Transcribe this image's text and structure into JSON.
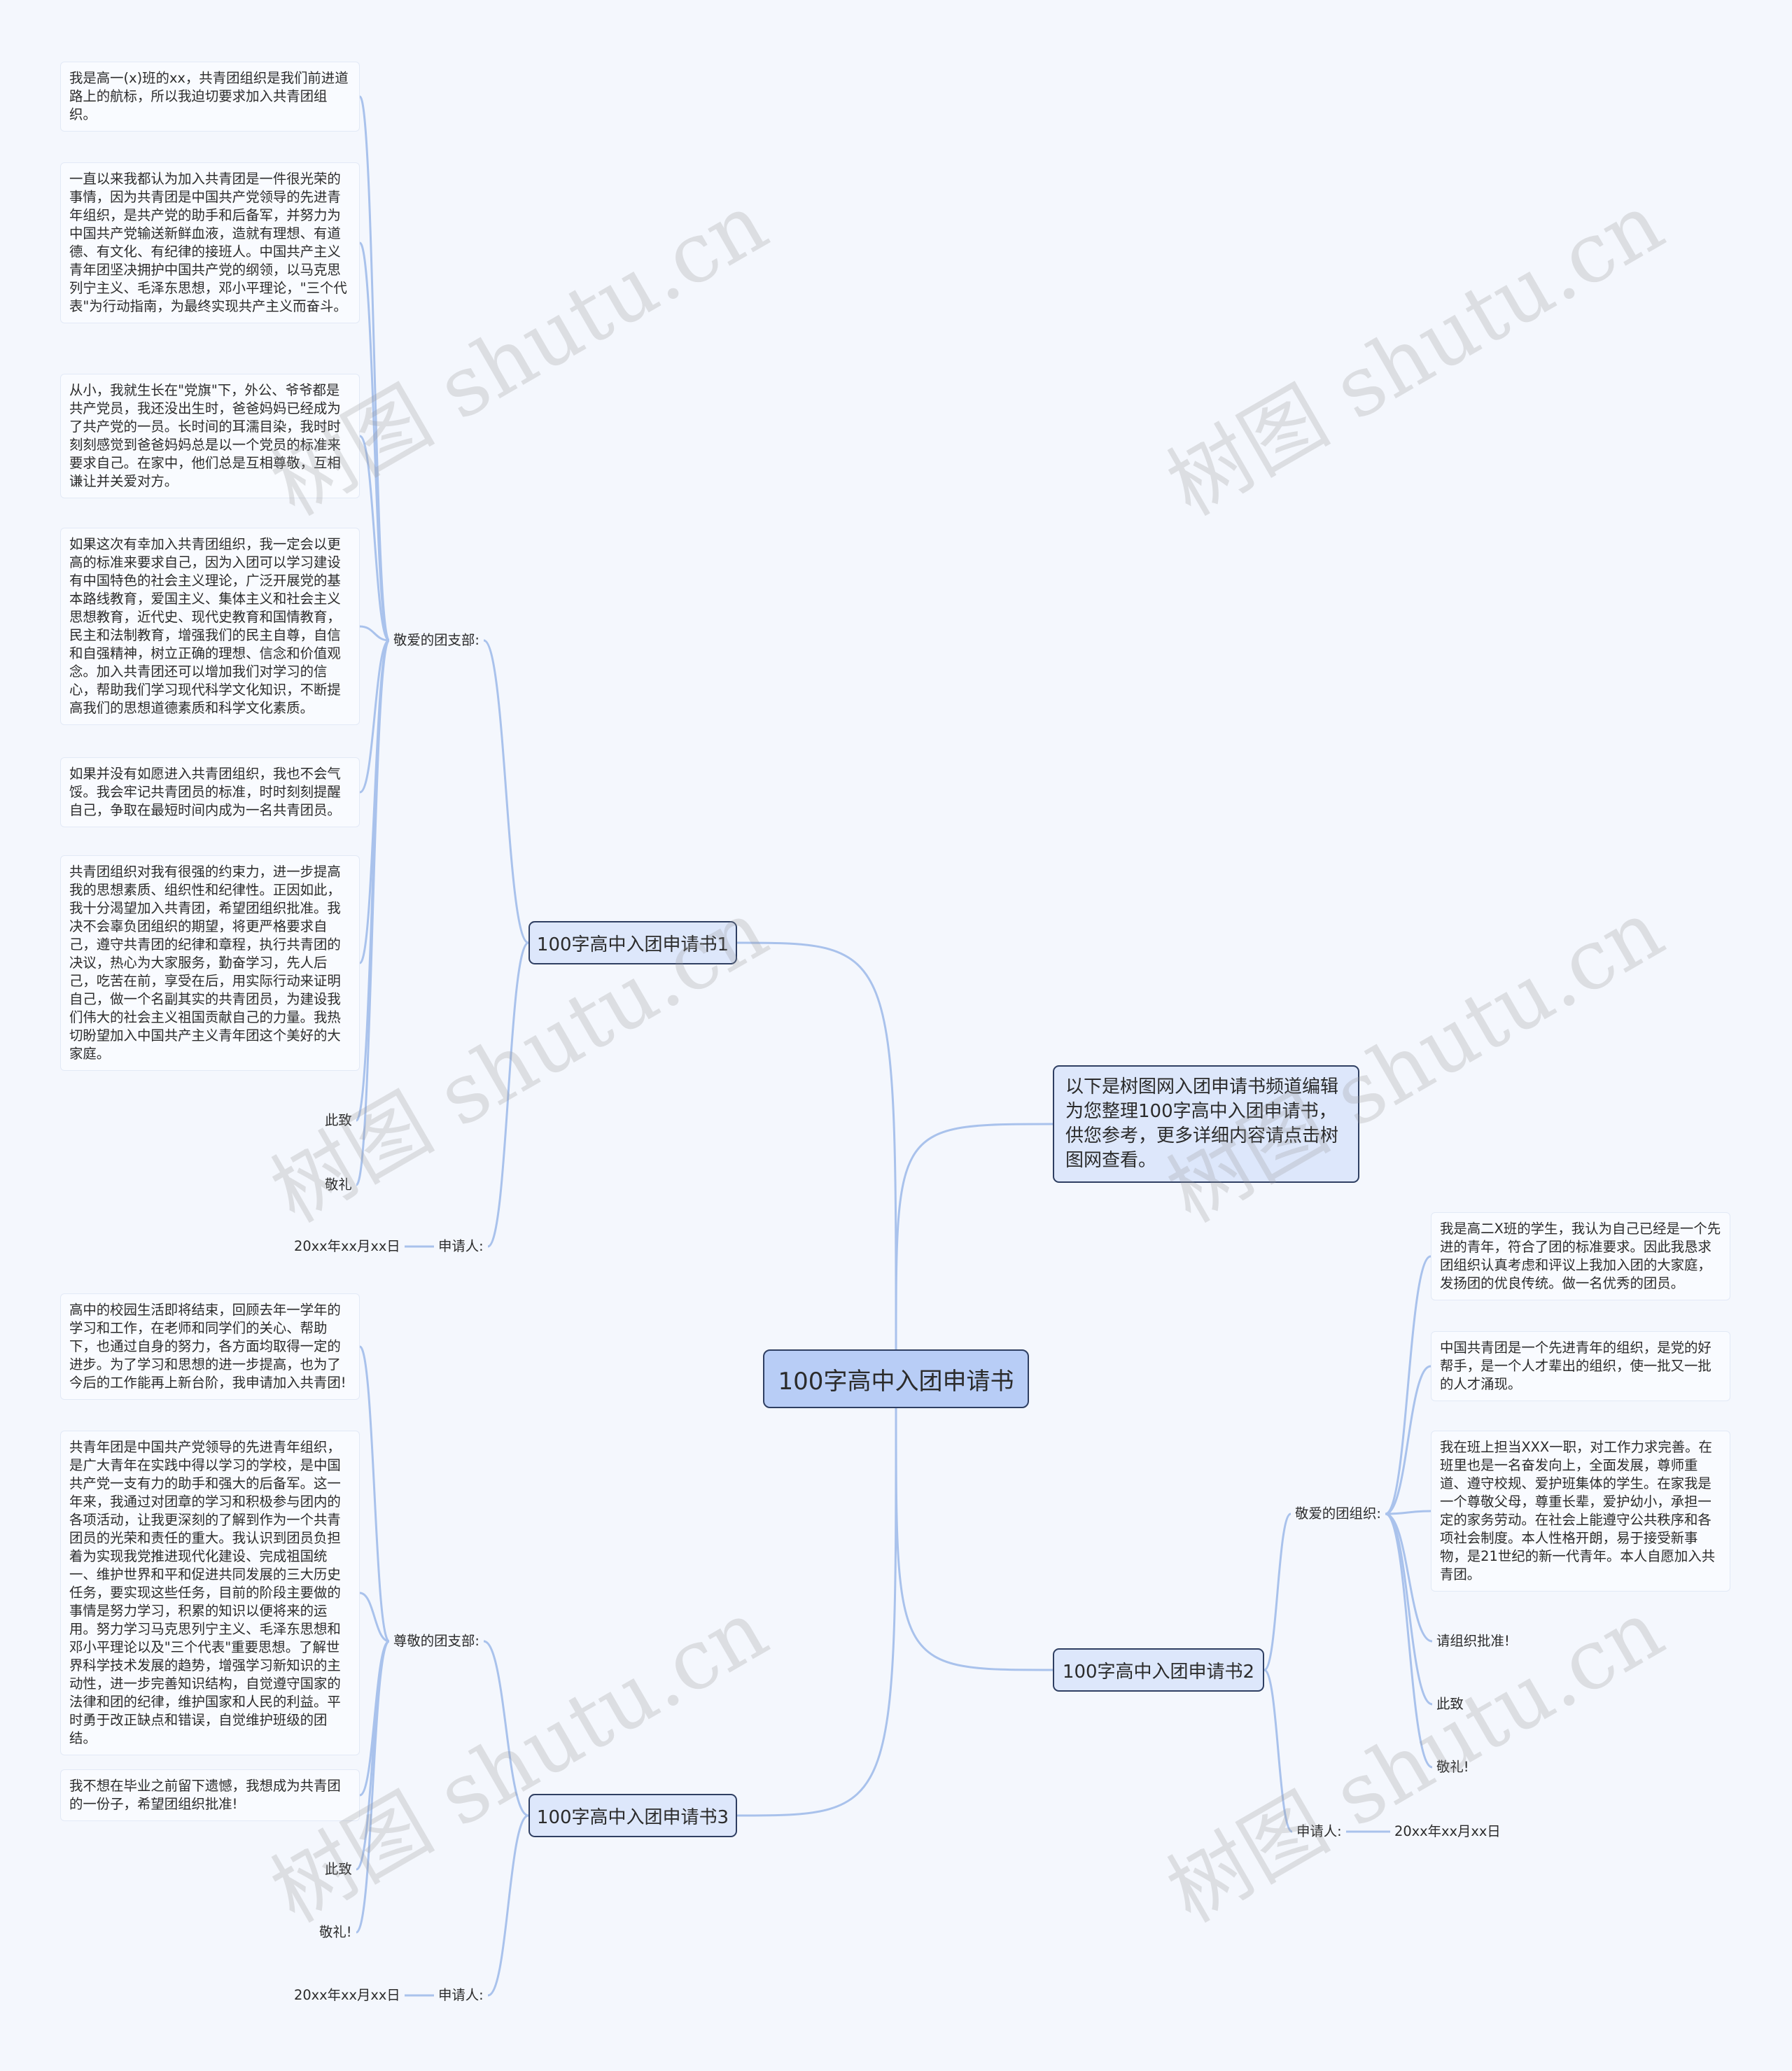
{
  "root": {
    "label": "100字高中入团申请书"
  },
  "intro": {
    "text": "以下是树图网入团申请书频道编辑为您整理100字高中入团申请书，供您参考，更多详细内容请点击树图网查看。"
  },
  "branch1": {
    "label": "100字高中入团申请书1",
    "group_label": "敬爱的团支部:",
    "paragraphs": [
      "我是高一(x)班的xx，共青团组织是我们前进道路上的航标，所以我迫切要求加入共青团组织。",
      "一直以来我都认为加入共青团是一件很光荣的事情，因为共青团是中国共产党领导的先进青年组织，是共产党的助手和后备军，并努力为中国共产党输送新鲜血液，造就有理想、有道德、有文化、有纪律的接班人。中国共产主义青年团坚决拥护中国共产党的纲领，以马克思列宁主义、毛泽东思想，邓小平理论，\"三个代表\"为行动指南，为最终实现共产主义而奋斗。",
      "从小，我就生长在\"党旗\"下，外公、爷爷都是共产党员，我还没出生时，爸爸妈妈已经成为了共产党的一员。长时间的耳濡目染，我时时刻刻感觉到爸爸妈妈总是以一个党员的标准来要求自己。在家中，他们总是互相尊敬，互相谦让并关爱对方。",
      "如果这次有幸加入共青团组织，我一定会以更高的标准来要求自己，因为入团可以学习建设有中国特色的社会主义理论，广泛开展党的基本路线教育，爱国主义、集体主义和社会主义思想教育，近代史、现代史教育和国情教育，民主和法制教育，增强我们的民主自尊，自信和自强精神，树立正确的理想、信念和价值观念。加入共青团还可以增加我们对学习的信心，帮助我们学习现代科学文化知识，不断提高我们的思想道德素质和科学文化素质。",
      "如果并没有如愿进入共青团组织，我也不会气馁。我会牢记共青团员的标准，时时刻刻提醒自己，争取在最短时间内成为一名共青团员。",
      "共青团组织对我有很强的约束力，进一步提高我的思想素质、组织性和纪律性。正因如此，我十分渴望加入共青团，希望团组织批准。我决不会辜负团组织的期望，将更严格要求自己，遵守共青团的纪律和章程，执行共青团的决议，热心为大家服务，勤奋学习，先人后己，吃苦在前，享受在后，用实际行动来证明自己，做一个名副其实的共青团员，为建设我们伟大的社会主义祖国贡献自己的力量。我热切盼望加入中国共产主义青年团这个美好的大家庭。"
    ],
    "closing1": "此致",
    "closing2": "敬礼",
    "applicant_label": "申请人:",
    "date": "20xx年xx月xx日"
  },
  "branch2": {
    "label": "100字高中入团申请书2",
    "group_label": "敬爱的团组织:",
    "paragraphs": [
      "我是高二X班的学生，我认为自己已经是一个先进的青年，符合了团的标准要求。因此我恳求团组织认真考虑和评议上我加入团的大家庭，发扬团的优良传统。做一名优秀的团员。",
      "中国共青团是一个先进青年的组织，是党的好帮手，是一个人才辈出的组织，使一批又一批的人才涌现。",
      "我在班上担当XXX一职，对工作力求完善。在班里也是一名奋发向上，全面发展，尊师重道、遵守校规、爱护班集体的学生。在家我是一个尊敬父母，尊重长辈，爱护幼小，承担一定的家务劳动。在社会上能遵守公共秩序和各项社会制度。本人性格开朗，易于接受新事物，是21世纪的新一代青年。本人自愿加入共青团。"
    ],
    "approve": "请组织批准!",
    "closing1": "此致",
    "closing2": "敬礼!",
    "applicant_label": "申请人:",
    "date": "20xx年xx月xx日"
  },
  "branch3": {
    "label": "100字高中入团申请书3",
    "group_label": "尊敬的团支部:",
    "paragraphs": [
      "高中的校园生活即将结束，回顾去年一学年的学习和工作，在老师和同学们的关心、帮助下，也通过自身的努力，各方面均取得一定的进步。为了学习和思想的进一步提高，也为了今后的工作能再上新台阶，我申请加入共青团!",
      "共青年团是中国共产党领导的先进青年组织，是广大青年在实践中得以学习的学校，是中国共产党一支有力的助手和强大的后备军。这一年来，我通过对团章的学习和积极参与团内的各项活动，让我更深刻的了解到作为一个共青团员的光荣和责任的重大。我认识到团员负担着为实现我党推进现代化建设、完成祖国统一、维护世界和平和促进共同发展的三大历史任务，要实现这些任务，目前的阶段主要做的事情是努力学习，积累的知识以便将来的运用。努力学习马克思列宁主义、毛泽东思想和邓小平理论以及\"三个代表\"重要思想。了解世界科学技术发展的趋势，增强学习新知识的主动性，进一步完善知识结构，自觉遵守国家的法律和团的纪律，维护国家和人民的利益。平时勇于改正缺点和错误，自觉维护班级的团结。",
      "我不想在毕业之前留下遗憾，我想成为共青团的一份子，希望团组织批准!"
    ],
    "closing1": "此致",
    "closing2": "敬礼!",
    "applicant_label": "申请人:",
    "date": "20xx年xx月xx日"
  },
  "watermark": {
    "text": "树图 shutu.cn"
  }
}
